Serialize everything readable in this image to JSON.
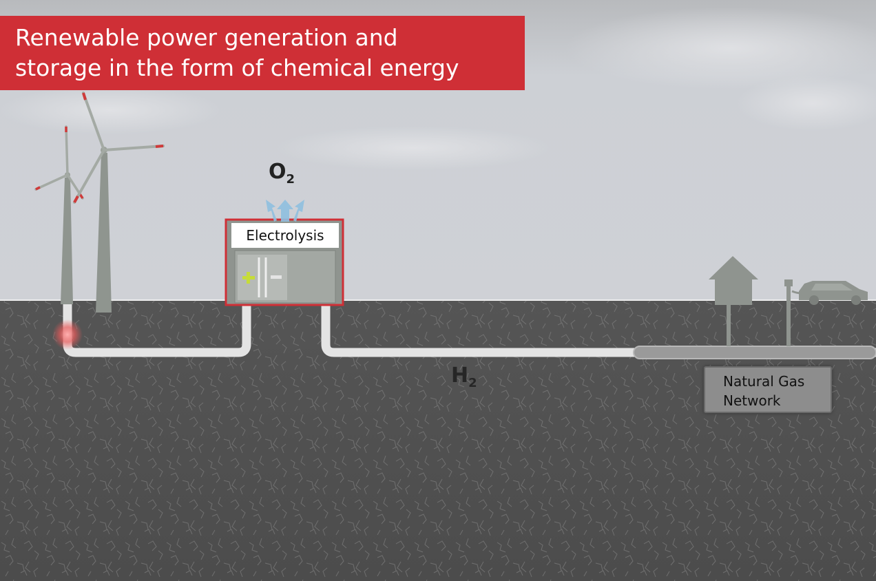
{
  "title": {
    "line1": "Renewable power generation and",
    "line2": "storage in the form of chemical energy"
  },
  "labels": {
    "electrolysis": "Electrolysis",
    "oxygen": "O",
    "oxygen_sub": "2",
    "hydrogen": "H",
    "hydrogen_sub": "2",
    "gas_network_line1": "Natural Gas",
    "gas_network_line2": "Network"
  },
  "icons": {
    "wind_turbines": "wind-turbine-icon",
    "electrolyzer": "electrolyzer-icon",
    "oxygen_arrows": "arrow-up-icon",
    "house": "house-icon",
    "charging_station": "charging-station-icon",
    "car": "car-icon"
  },
  "colors": {
    "banner": "#cf2f36",
    "ground": "#5a5a5a",
    "sky": "#c9cbd1",
    "pipe": "#e4e4e4",
    "plus_sign": "#c6dc38",
    "glow": "#e85a5a",
    "arrows": "#8fc0e0"
  }
}
